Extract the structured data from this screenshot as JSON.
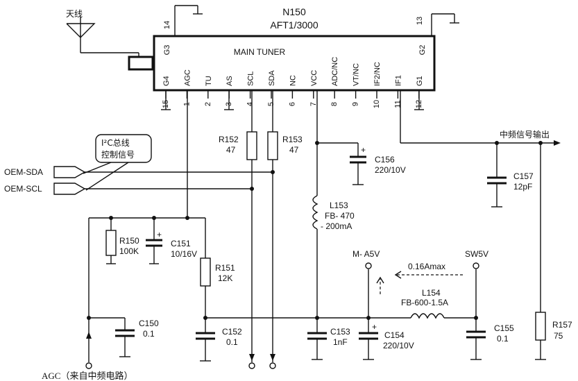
{
  "ic": {
    "name": "N150",
    "model": "AFT1/3000",
    "block_label": "MAIN TUNER",
    "top_left_pin": "G3",
    "top_right_pin": "G2",
    "top_left_num": "14",
    "top_right_num": "13",
    "pins": [
      {
        "num": "15",
        "label": "G4"
      },
      {
        "num": "1",
        "label": "AGC"
      },
      {
        "num": "2",
        "label": "TU"
      },
      {
        "num": "3",
        "label": "AS"
      },
      {
        "num": "4",
        "label": "SCL"
      },
      {
        "num": "5",
        "label": "SDA"
      },
      {
        "num": "6",
        "label": "NC"
      },
      {
        "num": "7",
        "label": "VCC"
      },
      {
        "num": "8",
        "label": "ADC/NC"
      },
      {
        "num": "9",
        "label": "VT/NC"
      },
      {
        "num": "10",
        "label": "IF2/NC"
      },
      {
        "num": "11",
        "label": "IF1"
      },
      {
        "num": "12",
        "label": "G1"
      }
    ]
  },
  "antenna": {
    "label": "天线"
  },
  "bus": {
    "callout_line1": "I²C总线",
    "callout_line2": "控制信号",
    "sda": "OEM-SDA",
    "scl": "OEM-SCL"
  },
  "components": {
    "r152": {
      "ref": "R152",
      "value": "47"
    },
    "r153": {
      "ref": "R153",
      "value": "47"
    },
    "c156": {
      "ref": "C156",
      "value": "220/10V"
    },
    "c157": {
      "ref": "C157",
      "value": "12pF"
    },
    "l153": {
      "ref": "L153",
      "value": "FB- 470",
      "current": "- 200mA"
    },
    "r150": {
      "ref": "R150",
      "value": "100K"
    },
    "c151": {
      "ref": "C151",
      "value": "10/16V"
    },
    "r151": {
      "ref": "R151",
      "value": "12K"
    },
    "c150": {
      "ref": "C150",
      "value": "0.1"
    },
    "c152": {
      "ref": "C152",
      "value": "0.1"
    },
    "c153": {
      "ref": "C153",
      "value": "1nF"
    },
    "c154": {
      "ref": "C154",
      "value": "220/10V"
    },
    "l154": {
      "ref": "L154",
      "value": "FB-600-1.5A"
    },
    "c155": {
      "ref": "C155",
      "value": "0.1"
    },
    "r157": {
      "ref": "R157",
      "value": "75"
    }
  },
  "nets": {
    "if_out": "中频信号输出",
    "ma5v": "M- A5V",
    "sw5v": "SW5V",
    "current": "0.16Amax",
    "agc_in": "AGC（来自中频电路）"
  }
}
